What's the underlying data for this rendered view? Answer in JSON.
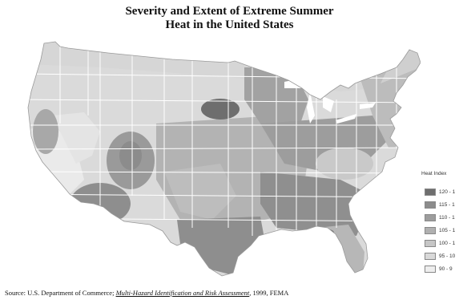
{
  "title": {
    "line1": "Severity and Extent of Extreme Summer",
    "line2": "Heat in the United States"
  },
  "legend": {
    "title": "Heat Index",
    "items": [
      {
        "label": "120 - 1",
        "color": "#6e6e6e"
      },
      {
        "label": "115 - 1",
        "color": "#8c8c8c"
      },
      {
        "label": "110 - 1",
        "color": "#9d9d9d"
      },
      {
        "label": "105 - 1",
        "color": "#b0b0b0"
      },
      {
        "label": "100 - 1",
        "color": "#c6c6c6"
      },
      {
        "label": "95 - 10",
        "color": "#d9d9d9"
      },
      {
        "label": "90 - 9",
        "color": "#eeeeee"
      }
    ]
  },
  "map": {
    "background_color": "#dadada",
    "border_color": "#ffffff"
  },
  "source": {
    "prefix": "Source:  U.S. Department of Commerce; ",
    "publication": "Multi-Hazard Identification and Risk Assessment",
    "suffix": ", 1999, FEMA"
  }
}
